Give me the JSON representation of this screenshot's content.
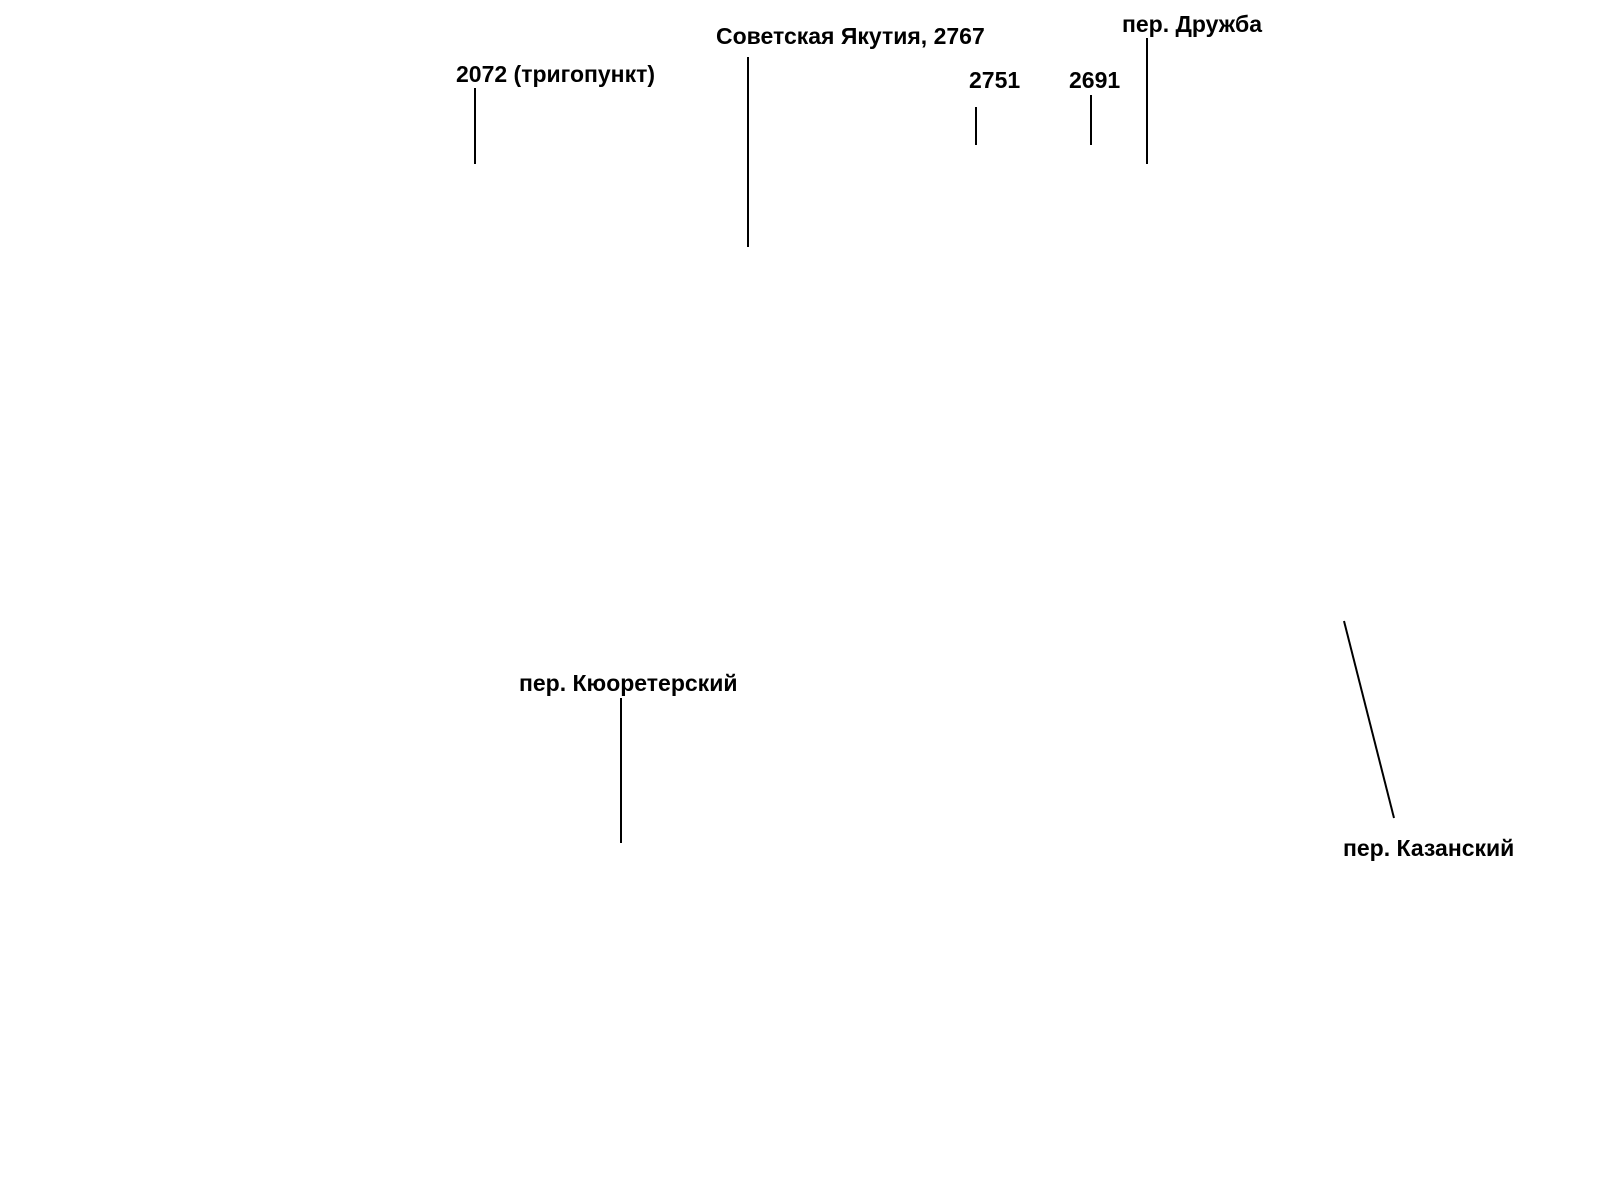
{
  "labels": {
    "trigopunkt": "2072 (тригопункт)",
    "sovetskaya_yakutiya": "Советская Якутия, 2767",
    "peak_2751": "2751",
    "peak_2691": "2691",
    "per_druzhba": "пер. Дружба",
    "per_kyuyureterskiy": "пер. Кюоретерский",
    "per_kazanskiy": "пер. Казанский"
  },
  "colors": {
    "text": "#000000",
    "line": "#000000",
    "background": "#ffffff"
  }
}
